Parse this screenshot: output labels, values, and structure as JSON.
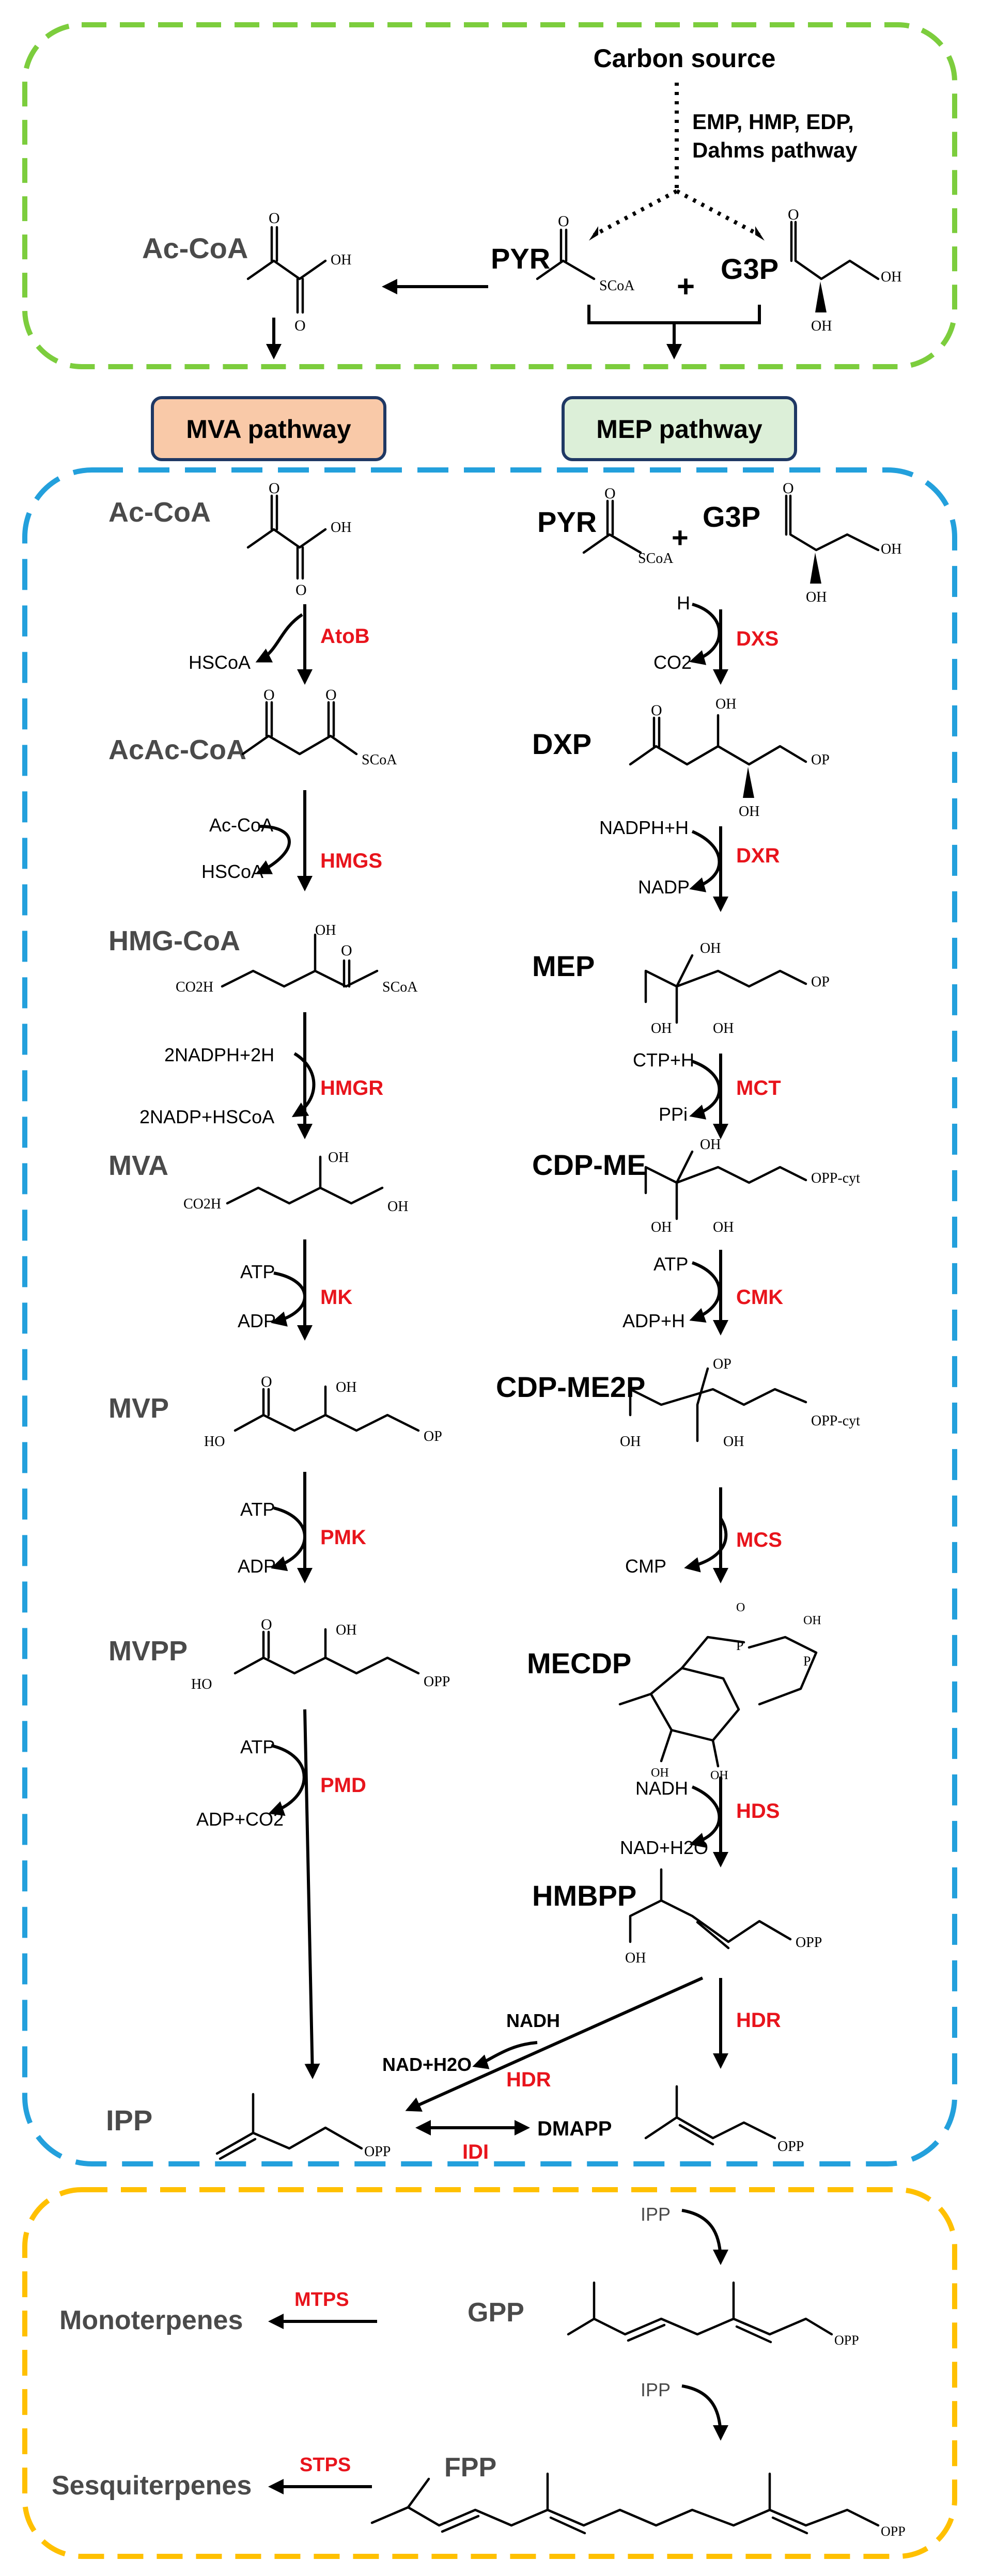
{
  "diagram": {
    "top": {
      "carbon_source": "Carbon source",
      "pathways_line1": "EMP, HMP, EDP,",
      "pathways_line2": "Dahms pathway",
      "ac_coa": "Ac-CoA",
      "pyr": "PYR",
      "g3p": "G3P",
      "plus": "+"
    },
    "boxes": {
      "mva": "MVA pathway",
      "mep": "MEP pathway"
    },
    "mva_pathway": {
      "metabolites": [
        "Ac-CoA",
        "AcAc-CoA",
        "HMG-CoA",
        "MVA",
        "MVP",
        "MVPP",
        "IPP"
      ],
      "steps": [
        {
          "enzyme": "AtoB",
          "input": "",
          "output": "HSCoA"
        },
        {
          "enzyme": "HMGS",
          "input": "Ac-CoA",
          "output": "HSCoA"
        },
        {
          "enzyme": "HMGR",
          "input": "2NADPH+2H",
          "output": "2NADP+HSCoA"
        },
        {
          "enzyme": "MK",
          "input": "ATP",
          "output": "ADP"
        },
        {
          "enzyme": "PMK",
          "input": "ATP",
          "output": "ADP"
        },
        {
          "enzyme": "PMD",
          "input": "ATP",
          "output": "ADP+CO2"
        }
      ]
    },
    "mep_pathway": {
      "metabolites": [
        "PYR",
        "G3P",
        "DXP",
        "MEP",
        "CDP-ME",
        "CDP-ME2P",
        "MECDP",
        "HMBPP",
        "DMAPP"
      ],
      "plus": "+",
      "steps": [
        {
          "enzyme": "DXS",
          "input": "H",
          "output": "CO2"
        },
        {
          "enzyme": "DXR",
          "input": "NADPH+H",
          "output": "NADP"
        },
        {
          "enzyme": "MCT",
          "input": "CTP+H",
          "output": "PPi"
        },
        {
          "enzyme": "CMK",
          "input": "ATP",
          "output": "ADP+H"
        },
        {
          "enzyme": "MCS",
          "input": "",
          "output": "CMP"
        },
        {
          "enzyme": "HDS",
          "input": "NADH",
          "output": "NAD+H2O"
        },
        {
          "enzyme": "HDR",
          "input": "",
          "output": ""
        }
      ],
      "hdr_branch": {
        "enzyme": "HDR",
        "input": "NADH",
        "output": "NAD+H2O"
      },
      "idi": "IDI"
    },
    "terpenes": {
      "ipp_1": "IPP",
      "ipp_2": "IPP",
      "gpp": "GPP",
      "fpp": "FPP",
      "monoterpenes": "Monoterpenes",
      "sesquiterpenes": "Sesquiterpenes",
      "mtps": "MTPS",
      "stps": "STPS"
    },
    "atoms": {
      "oh": "OH",
      "o": "O",
      "h": "H",
      "scoa": "SCoA",
      "op": "OP",
      "opp": "OPP",
      "oppcyt": "OPP-cyt",
      "co2h": "CO2H",
      "ho": "HO",
      "p": "P"
    },
    "colors": {
      "green_box": "#7ccd3d",
      "blue_box": "#23a0dc",
      "yellow_box": "#ffc000",
      "mva_fill": "#f9c9a8",
      "mep_fill": "#dcefd8",
      "enzyme": "#e8141c",
      "label_gray": "#4a4a4a"
    }
  }
}
